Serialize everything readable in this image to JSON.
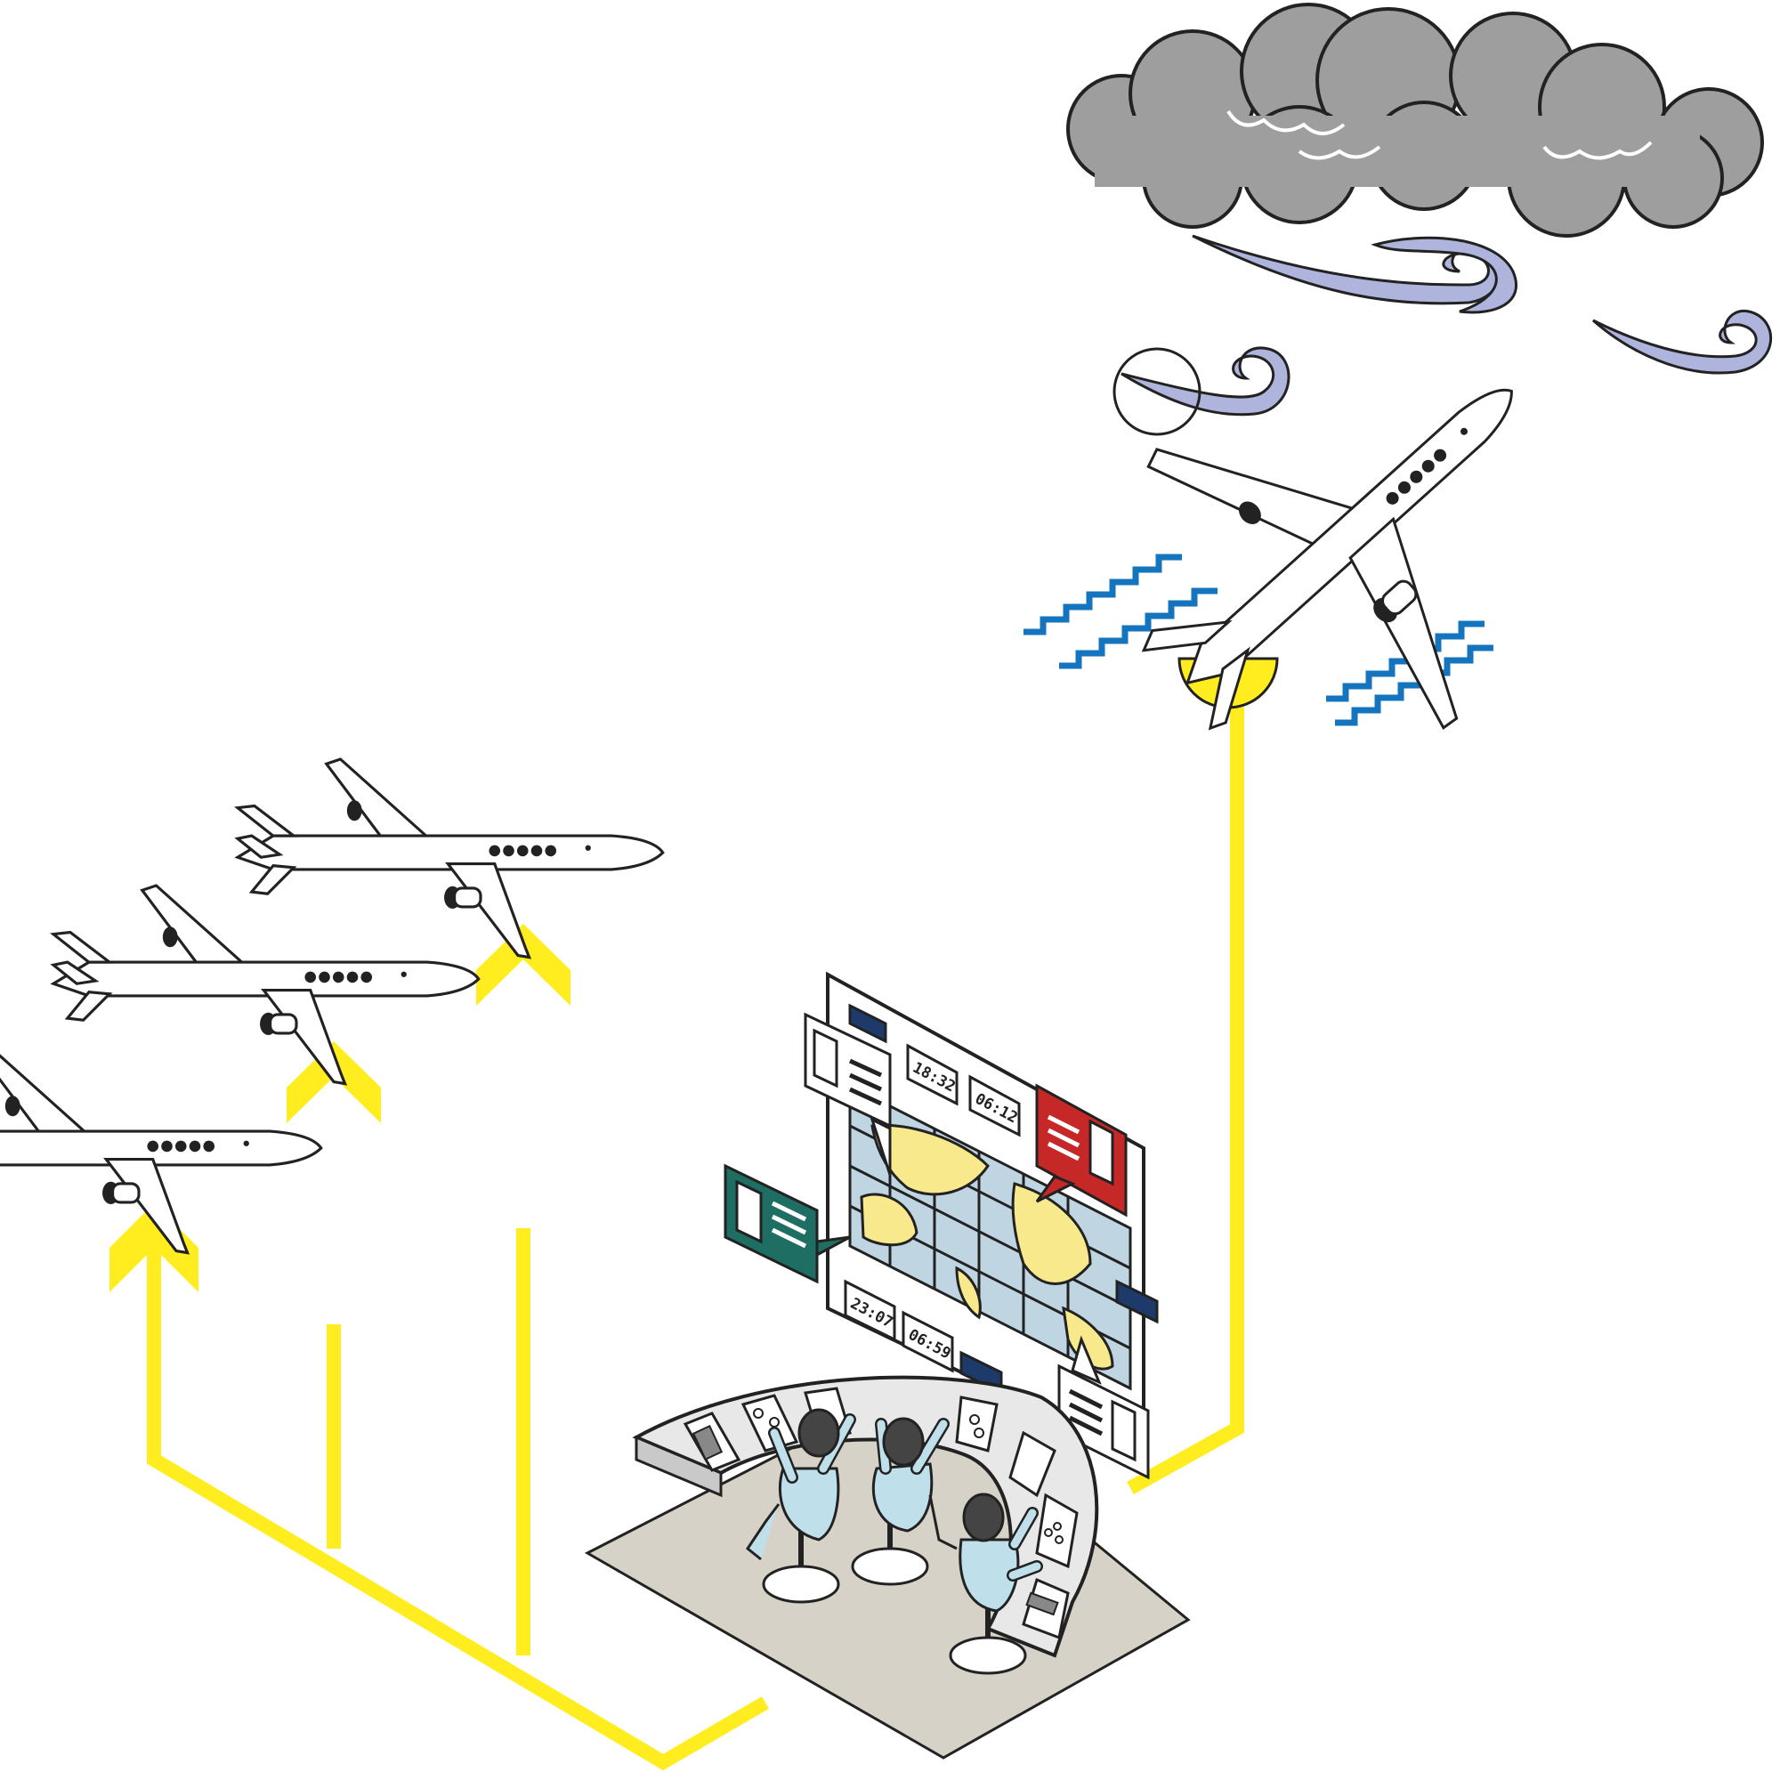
{
  "colors": {
    "flow_line": "#FFED1F",
    "cloud": "#9E9E9E",
    "wind": "#AEB4DC",
    "turbulence": "#1475BE",
    "operator": "#BFE0EA",
    "map_bg": "#BFD6E2",
    "map_zone": "#F8E98C",
    "floor": "#D7D2C8",
    "panel_red": "#C62828",
    "panel_green": "#1F6E63",
    "panel_navy": "#1E3A6A"
  },
  "screen": {
    "readout_1": "18:32",
    "readout_2": "06:12",
    "readout_3": "23:07",
    "readout_4": "06:59"
  },
  "icons": [
    "storm-cloud-icon",
    "wind-swirl-icon",
    "turbulence-wave-icon",
    "airplane-icon",
    "control-console-icon",
    "operator-icon",
    "upward-arrow-icon"
  ]
}
